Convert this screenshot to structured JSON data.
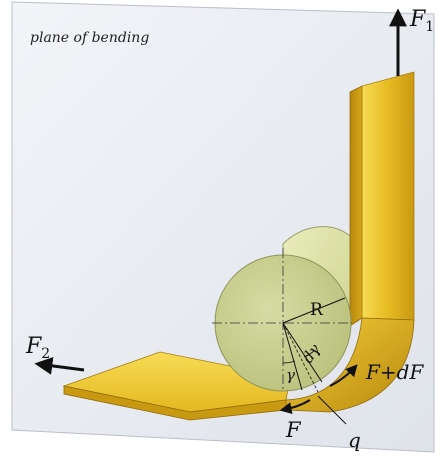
{
  "plane_label": "plane of bending",
  "labels": {
    "F1_base": "F",
    "F1_sub": "1",
    "F2_base": "F",
    "F2_sub": "2",
    "F": "F",
    "F_dF": "F+dF",
    "q": "q",
    "R": "R",
    "gamma": "γ",
    "dgamma": "dγ"
  },
  "colors": {
    "plane": "#e8ebf1",
    "plane_edge": "#b9bfca",
    "belt_light": "#f3d23b",
    "belt_mid": "#e2b21a",
    "belt_dark": "#b8870c",
    "cylinder_face": "#c9d08f",
    "cylinder_body": "#dfe3a6",
    "arrow": "#111111"
  }
}
